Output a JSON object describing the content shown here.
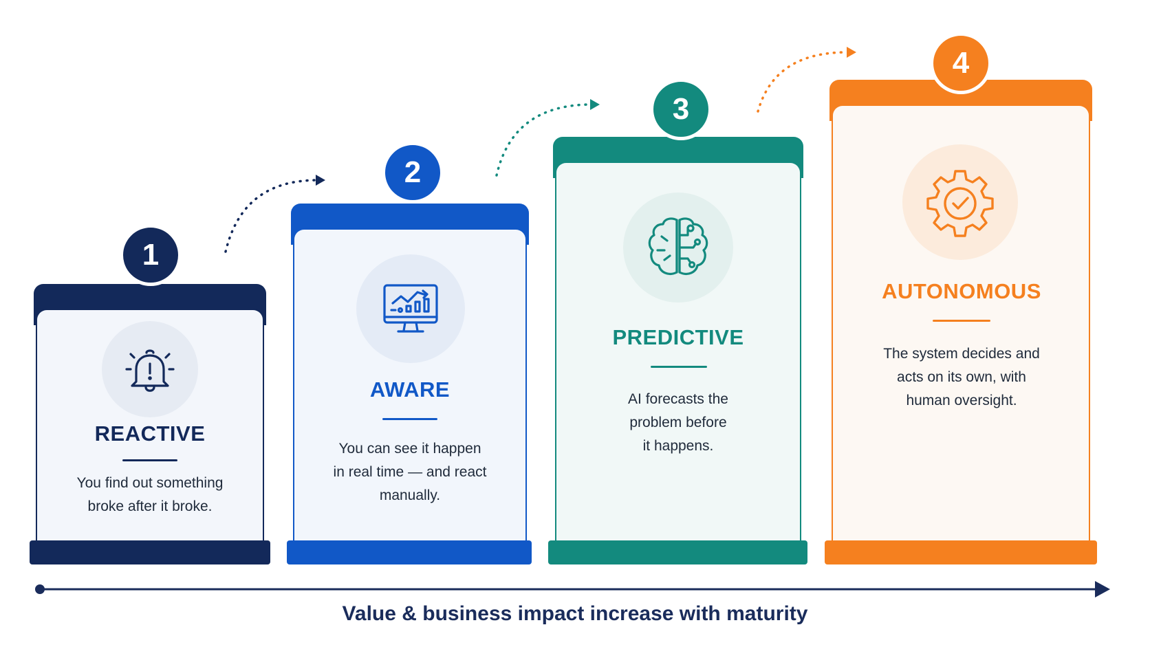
{
  "colors": {
    "reactive": "#13295a",
    "aware": "#1158c7",
    "predictive": "#138a7e",
    "autonomous": "#f5801f",
    "axis": "#1a2c5b"
  },
  "stages": [
    {
      "number": "1",
      "title": "REACTIVE",
      "description": "You find out something\nbroke after it broke.",
      "icon": "bell-alert-icon"
    },
    {
      "number": "2",
      "title": "AWARE",
      "description": "You can see it happen\nin real time — and react\nmanually.",
      "icon": "monitor-chart-icon"
    },
    {
      "number": "3",
      "title": "PREDICTIVE",
      "description": "AI forecasts the\nproblem before\nit happens.",
      "icon": "brain-circuit-icon"
    },
    {
      "number": "4",
      "title": "AUTONOMOUS",
      "description": "The system decides and\nacts on its own, with\nhuman oversight.",
      "icon": "gear-check-icon"
    }
  ],
  "axis_caption": "Value & business impact increase with maturity"
}
